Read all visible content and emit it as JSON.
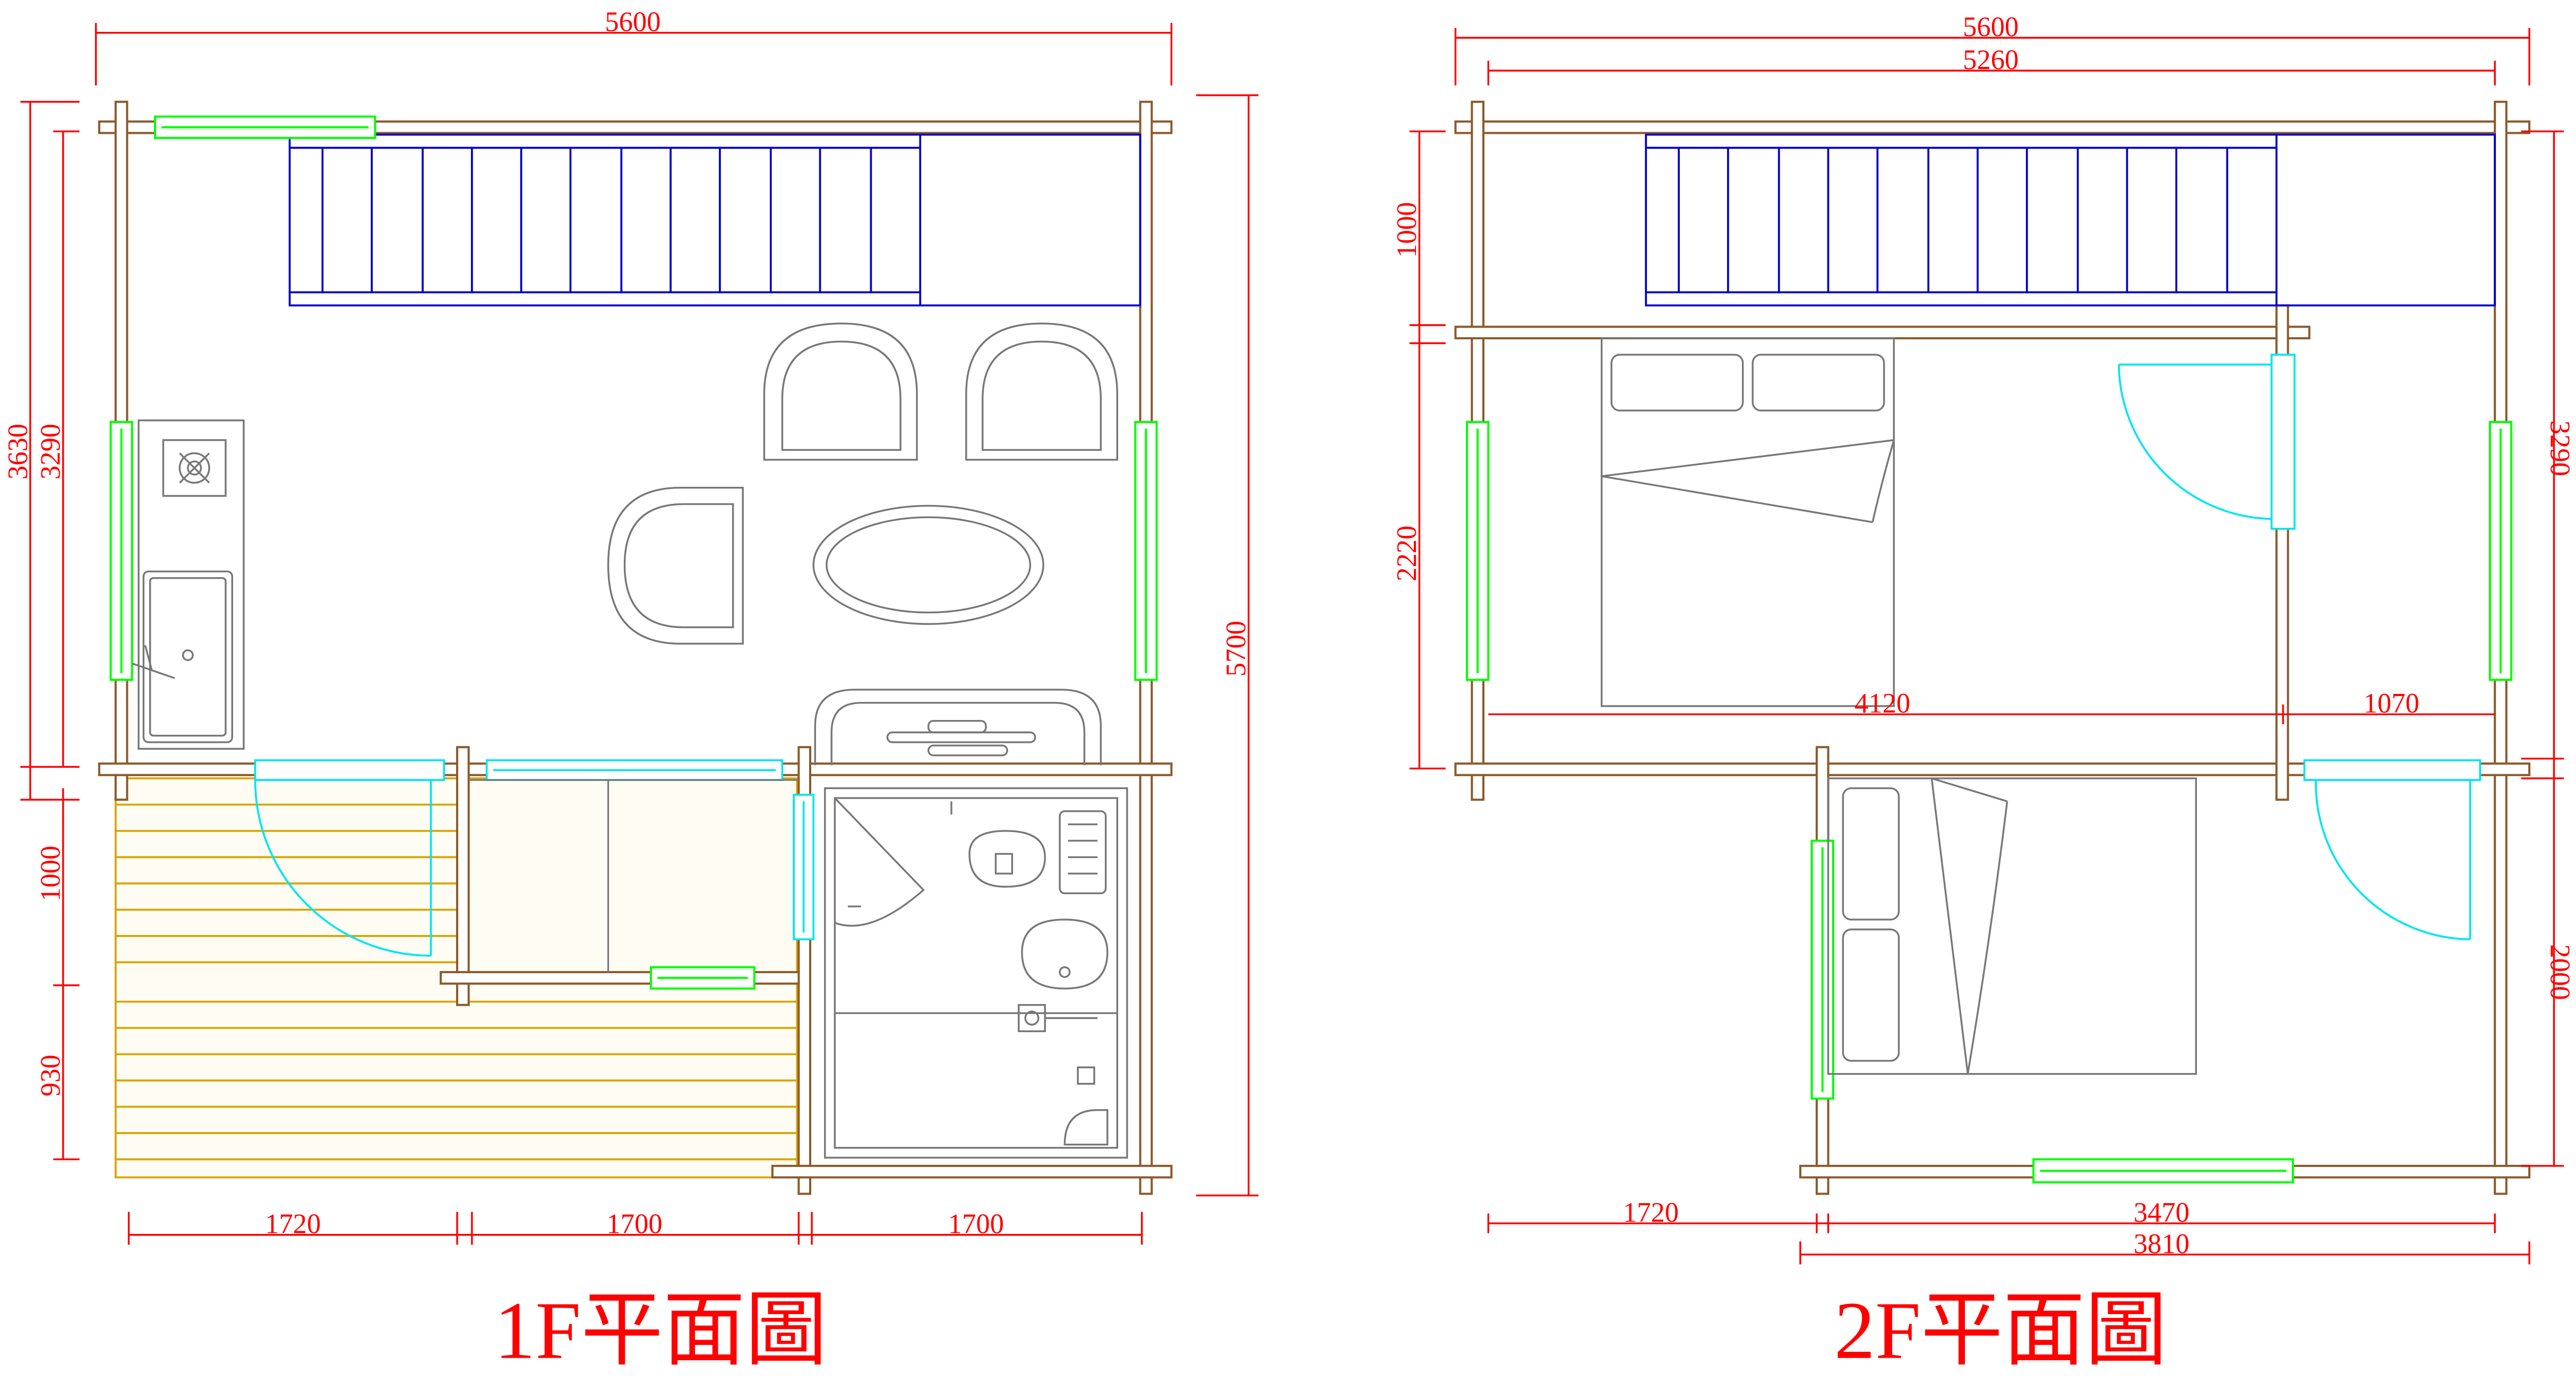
{
  "colors": {
    "wall": "#8b5a2b",
    "deck": "#d9a400",
    "stair": "#0000cc",
    "window": "#00ff00",
    "door": "#00e5ee",
    "furniture": "#777777",
    "dimension": "#ff0000"
  },
  "floor1": {
    "title": "1F平面圖",
    "dims": {
      "top_total": "5600",
      "left_outer": "3630",
      "left_inner": "3290",
      "left_mid": "1000",
      "left_bottom": "930",
      "right_total": "5700",
      "bottom_1": "1720",
      "bottom_2": "1700",
      "bottom_3": "1700"
    }
  },
  "floor2": {
    "title": "2F平面圖",
    "dims": {
      "top_outer": "5600",
      "top_inner": "5260",
      "left_top": "1000",
      "left_mid": "2220",
      "right_top": "3290",
      "right_bottom": "2000",
      "inner_left": "4120",
      "inner_right": "1070",
      "bottom_left": "1720",
      "bottom_inner": "3470",
      "bottom_outer": "3810"
    }
  }
}
